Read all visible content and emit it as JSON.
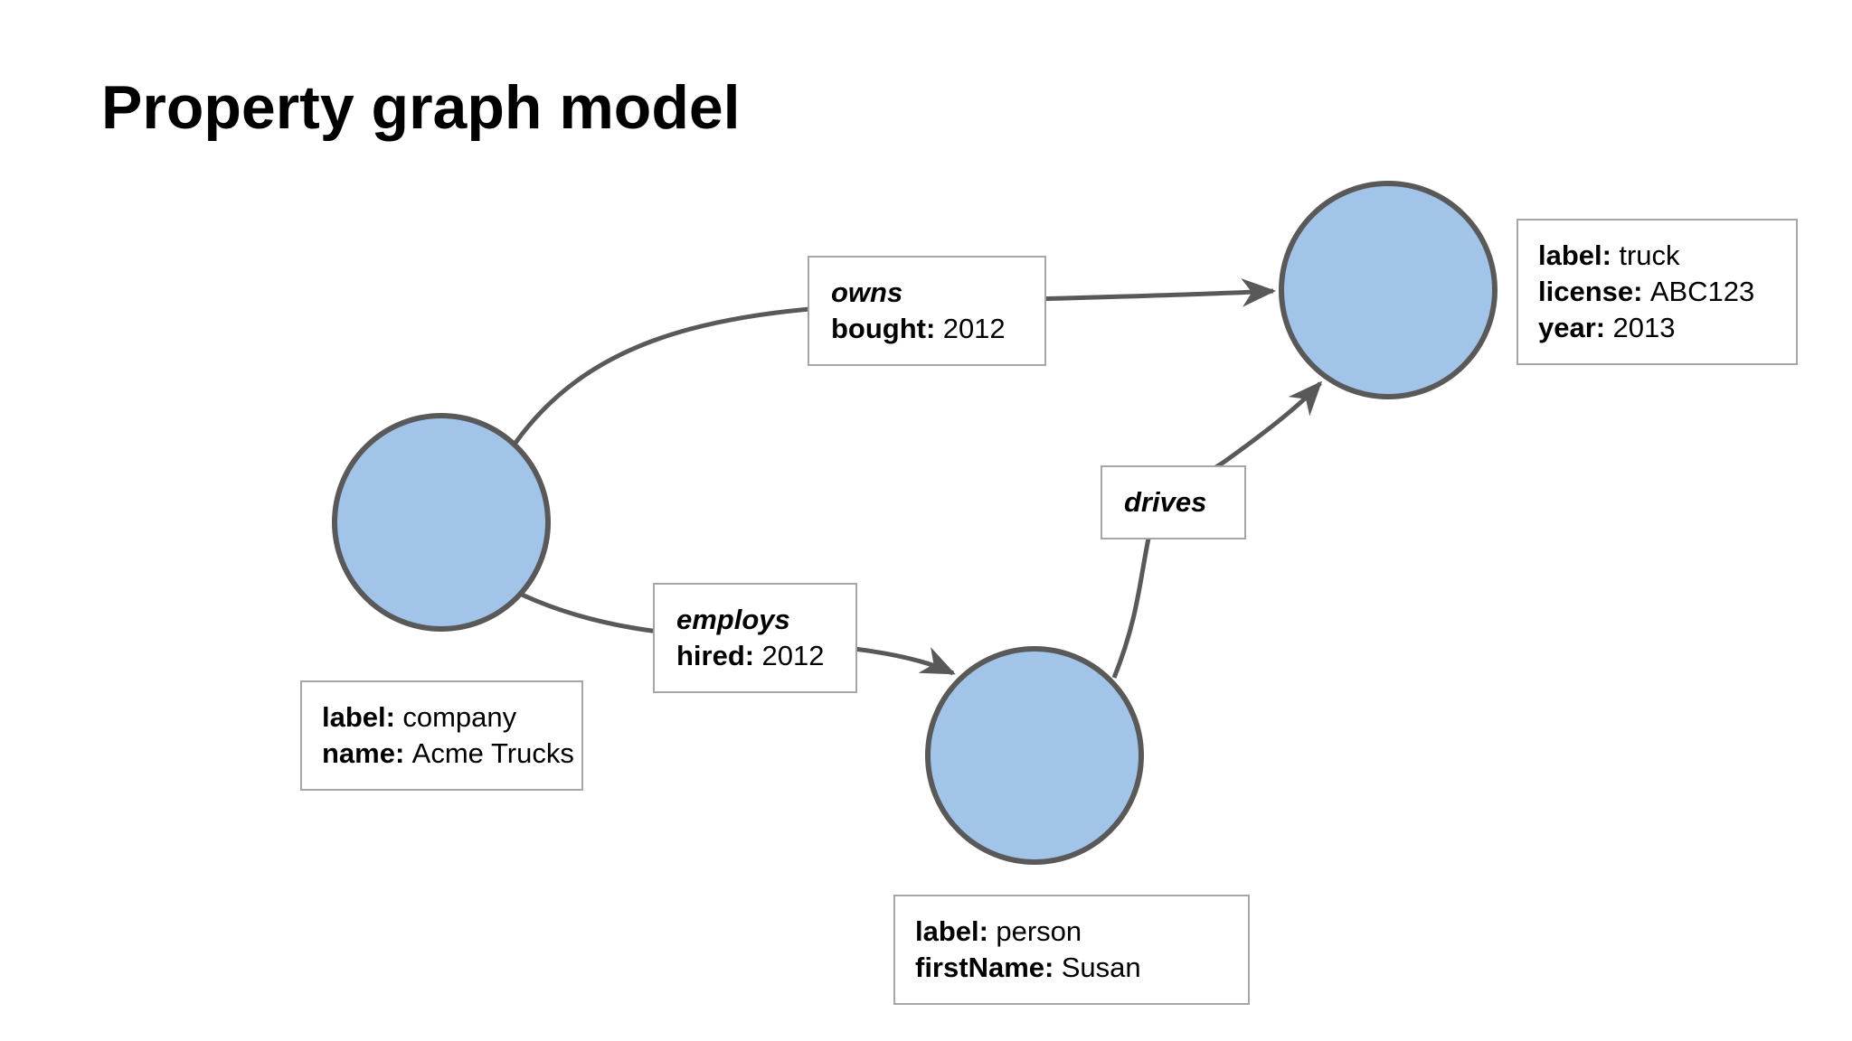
{
  "title": "Property graph model",
  "colors": {
    "background": "#FFFFFF",
    "node_fill": "#A2C4E9",
    "node_stroke": "#595959",
    "edge_stroke": "#595959",
    "box_border": "#A6A6A6",
    "text": "#000000"
  },
  "nodes": [
    {
      "id": "company",
      "properties": [
        {
          "key": "label",
          "value": "company"
        },
        {
          "key": "name",
          "value": "Acme Trucks"
        }
      ]
    },
    {
      "id": "person",
      "properties": [
        {
          "key": "label",
          "value": "person"
        },
        {
          "key": "firstName",
          "value": "Susan"
        }
      ]
    },
    {
      "id": "truck",
      "properties": [
        {
          "key": "label",
          "value": "truck"
        },
        {
          "key": "license",
          "value": "ABC123"
        },
        {
          "key": "year",
          "value": "2013"
        }
      ]
    }
  ],
  "edges": [
    {
      "name": "owns",
      "from": "company",
      "to": "truck",
      "properties": [
        {
          "key": "bought",
          "value": "2012"
        }
      ]
    },
    {
      "name": "employs",
      "from": "company",
      "to": "person",
      "properties": [
        {
          "key": "hired",
          "value": "2012"
        }
      ]
    },
    {
      "name": "drives",
      "from": "person",
      "to": "truck",
      "properties": []
    }
  ]
}
